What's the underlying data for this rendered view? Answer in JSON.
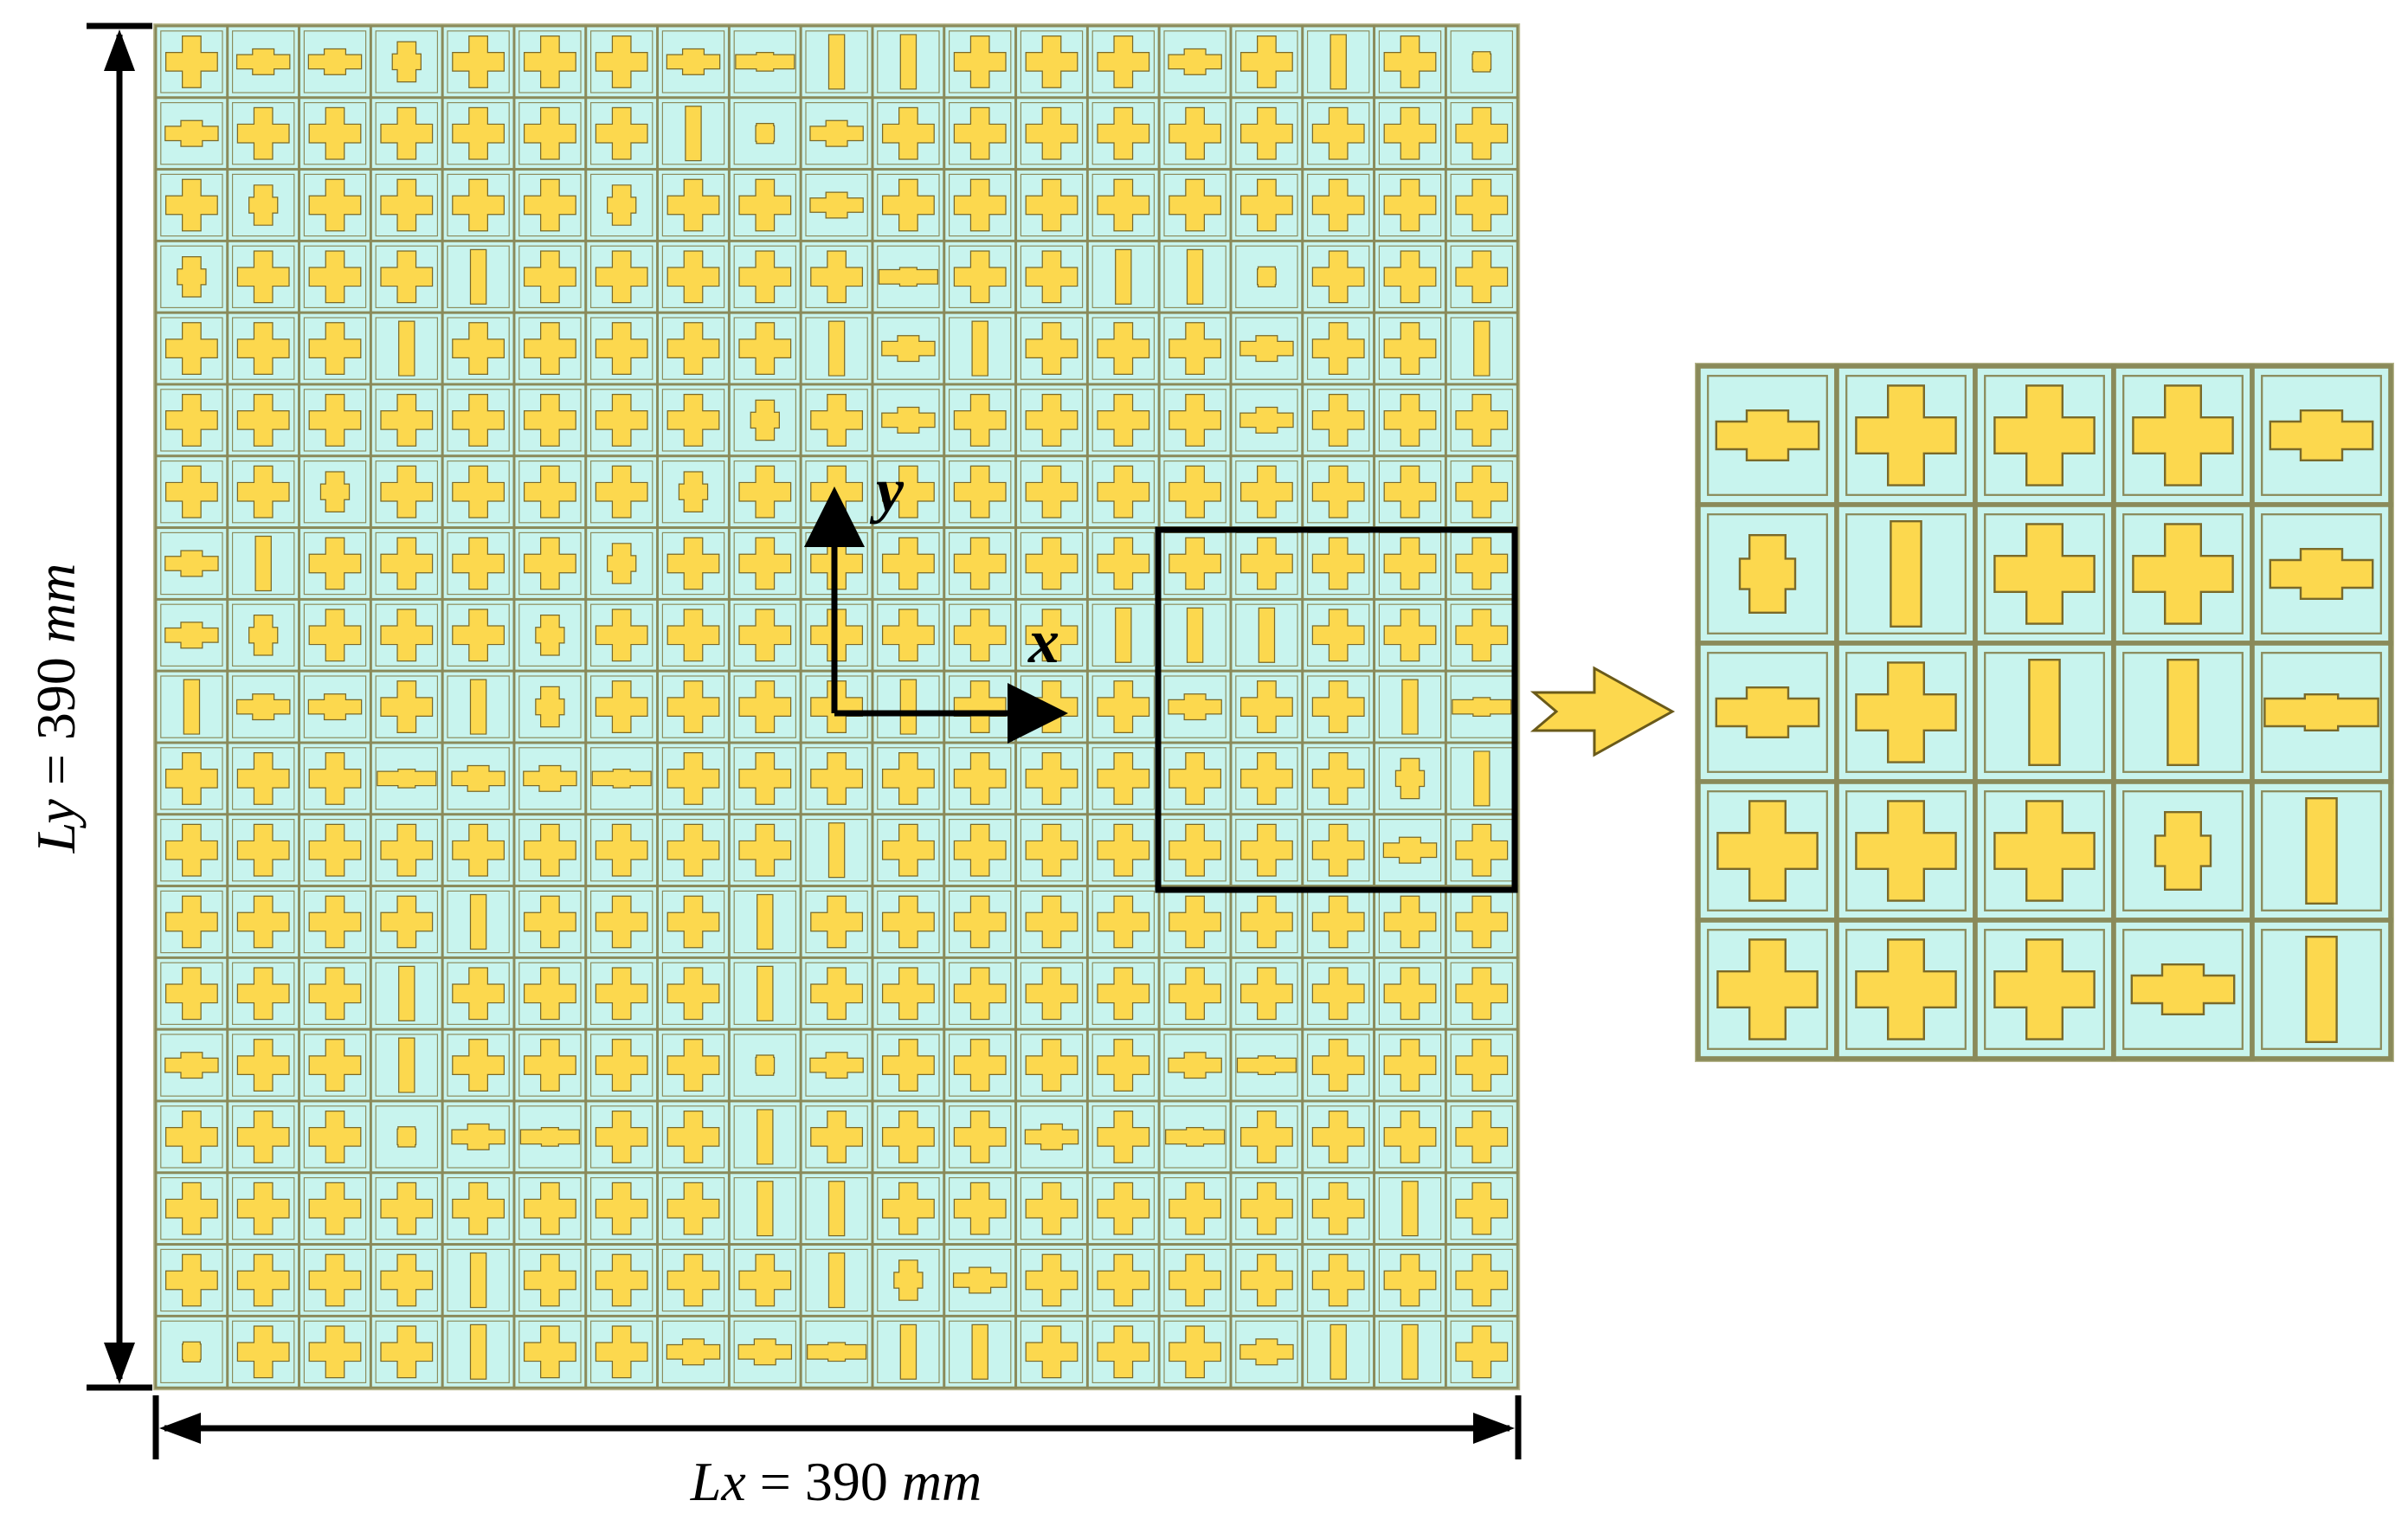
{
  "figure": {
    "ly_label": {
      "var": "Ly",
      "eq": " = 390 ",
      "unit": "mm"
    },
    "lx_label": {
      "var": "Lx",
      "eq": " = 390 ",
      "unit": "mm"
    },
    "axis_x": "x",
    "axis_y": "y"
  },
  "grid": {
    "rows": 19,
    "cols": 19,
    "cell_color": "#c8f4ee",
    "border_color": "#8a8a5a",
    "patch_color": "#fcd84e",
    "patch_edge_color": "#7a6a2a",
    "cells": [
      [
        "X",
        "H",
        "H",
        "P",
        "X",
        "X",
        "X",
        "H",
        "B",
        "V",
        "V",
        "X",
        "X",
        "X",
        "H",
        "X",
        "V",
        "X",
        "S"
      ],
      [
        "H",
        "X",
        "X",
        "X",
        "X",
        "X",
        "X",
        "V",
        "S",
        "H",
        "X",
        "X",
        "X",
        "X",
        "X",
        "X",
        "X",
        "X",
        "X"
      ],
      [
        "X",
        "P",
        "X",
        "X",
        "X",
        "X",
        "P",
        "X",
        "X",
        "H",
        "X",
        "X",
        "X",
        "X",
        "X",
        "X",
        "X",
        "X",
        "X"
      ],
      [
        "P",
        "X",
        "X",
        "X",
        "V",
        "X",
        "X",
        "X",
        "X",
        "X",
        "B",
        "X",
        "X",
        "V",
        "V",
        "S",
        "X",
        "X",
        "X"
      ],
      [
        "X",
        "X",
        "X",
        "V",
        "X",
        "X",
        "X",
        "X",
        "X",
        "V",
        "H",
        "V",
        "X",
        "X",
        "X",
        "H",
        "X",
        "X",
        "V"
      ],
      [
        "X",
        "X",
        "X",
        "X",
        "X",
        "X",
        "X",
        "X",
        "P",
        "X",
        "H",
        "X",
        "X",
        "X",
        "X",
        "H",
        "X",
        "X",
        "X"
      ],
      [
        "X",
        "X",
        "P",
        "X",
        "X",
        "X",
        "X",
        "P",
        "X",
        "X",
        "X",
        "X",
        "X",
        "X",
        "X",
        "X",
        "X",
        "X",
        "X"
      ],
      [
        "H",
        "V",
        "X",
        "X",
        "X",
        "X",
        "P",
        "X",
        "X",
        "X",
        "X",
        "X",
        "X",
        "X",
        "X",
        "X",
        "X",
        "X",
        "X"
      ],
      [
        "H",
        "P",
        "X",
        "X",
        "X",
        "P",
        "X",
        "X",
        "X",
        "X",
        "X",
        "X",
        "X",
        "V",
        "V",
        "V",
        "X",
        "X",
        "X"
      ],
      [
        "V",
        "H",
        "H",
        "X",
        "V",
        "P",
        "X",
        "X",
        "X",
        "X",
        "V",
        "X",
        "X",
        "X",
        "H",
        "X",
        "X",
        "V",
        "B"
      ],
      [
        "X",
        "X",
        "X",
        "B",
        "H",
        "H",
        "B",
        "X",
        "X",
        "X",
        "X",
        "X",
        "X",
        "X",
        "X",
        "X",
        "X",
        "P",
        "V"
      ],
      [
        "X",
        "X",
        "X",
        "X",
        "X",
        "X",
        "X",
        "X",
        "X",
        "V",
        "X",
        "X",
        "X",
        "X",
        "X",
        "X",
        "X",
        "H",
        "X"
      ],
      [
        "X",
        "X",
        "X",
        "X",
        "V",
        "X",
        "X",
        "X",
        "V",
        "X",
        "X",
        "X",
        "X",
        "X",
        "X",
        "X",
        "X",
        "X",
        "X"
      ],
      [
        "X",
        "X",
        "X",
        "V",
        "X",
        "X",
        "X",
        "X",
        "V",
        "X",
        "X",
        "X",
        "X",
        "X",
        "X",
        "X",
        "X",
        "X",
        "X"
      ],
      [
        "H",
        "X",
        "X",
        "V",
        "X",
        "X",
        "X",
        "X",
        "S",
        "H",
        "X",
        "X",
        "X",
        "X",
        "H",
        "B",
        "X",
        "X",
        "X"
      ],
      [
        "X",
        "X",
        "X",
        "S",
        "H",
        "B",
        "X",
        "X",
        "V",
        "X",
        "X",
        "X",
        "H",
        "X",
        "B",
        "X",
        "X",
        "X",
        "X"
      ],
      [
        "X",
        "X",
        "X",
        "X",
        "X",
        "X",
        "X",
        "X",
        "V",
        "V",
        "X",
        "X",
        "X",
        "X",
        "X",
        "X",
        "X",
        "V",
        "X"
      ],
      [
        "X",
        "X",
        "X",
        "X",
        "V",
        "X",
        "X",
        "X",
        "X",
        "V",
        "P",
        "H",
        "X",
        "X",
        "X",
        "X",
        "X",
        "X",
        "X"
      ],
      [
        "S",
        "X",
        "X",
        "X",
        "V",
        "X",
        "X",
        "H",
        "H",
        "B",
        "V",
        "V",
        "X",
        "X",
        "X",
        "H",
        "V",
        "V",
        "X"
      ]
    ]
  },
  "zoom": {
    "rows": 5,
    "cols": 5,
    "source_col_start": 14,
    "source_row_start": 7,
    "cells": [
      [
        "H",
        "X",
        "X",
        "X",
        "H"
      ],
      [
        "P",
        "V",
        "X",
        "X",
        "H"
      ],
      [
        "H",
        "X",
        "V",
        "V",
        "B"
      ],
      [
        "X",
        "X",
        "X",
        "P",
        "V"
      ],
      [
        "X",
        "X",
        "X",
        "H",
        "V"
      ]
    ]
  }
}
